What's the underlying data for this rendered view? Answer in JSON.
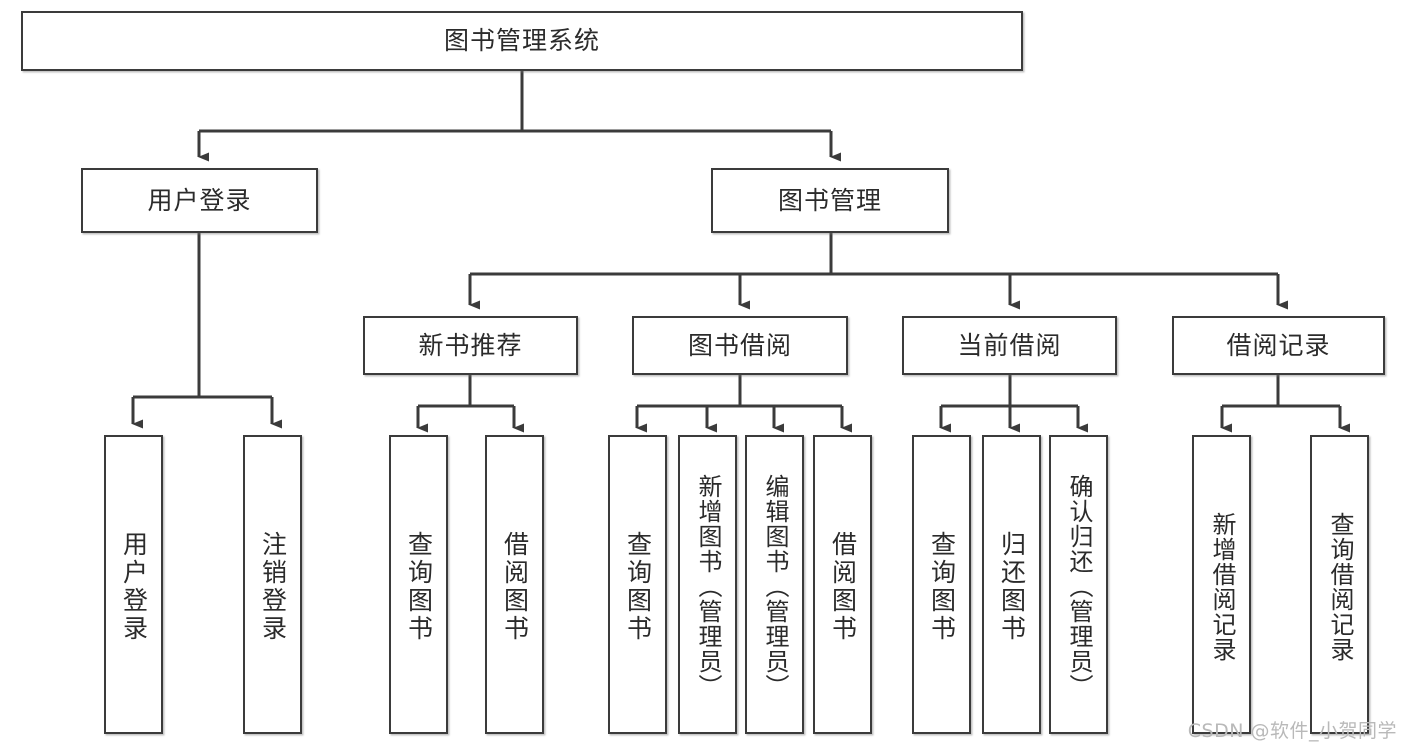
{
  "diagram": {
    "title": "图书管理系统",
    "type": "tree",
    "watermark": "CSDN @软件_小贺同学",
    "colors": {
      "border": "#3b3b3b",
      "text": "#2b2b2b",
      "background": "#ffffff",
      "watermark": "#b9b9b9"
    },
    "nodes": {
      "root": {
        "label": "图书管理系统"
      },
      "level2": [
        {
          "id": "user-login",
          "label": "用户登录"
        },
        {
          "id": "book-management",
          "label": "图书管理"
        }
      ],
      "level3": [
        {
          "id": "new-book-recommend",
          "label": "新书推荐"
        },
        {
          "id": "book-borrow",
          "label": "图书借阅"
        },
        {
          "id": "current-borrow",
          "label": "当前借阅"
        },
        {
          "id": "borrow-record",
          "label": "借阅记录"
        }
      ],
      "leaves": {
        "user-login": [
          {
            "id": "leaf-user-login",
            "label": "用户登录"
          },
          {
            "id": "leaf-logout",
            "label": "注销登录"
          }
        ],
        "new-book-recommend": [
          {
            "id": "leaf-query-book-1",
            "label": "查询图书"
          },
          {
            "id": "leaf-borrow-book-1",
            "label": "借阅图书"
          }
        ],
        "book-borrow": [
          {
            "id": "leaf-query-book-2",
            "label": "查询图书"
          },
          {
            "id": "leaf-add-book",
            "label": "新增图书（管理员）"
          },
          {
            "id": "leaf-edit-book",
            "label": "编辑图书（管理员）"
          },
          {
            "id": "leaf-borrow-book-2",
            "label": "借阅图书"
          }
        ],
        "current-borrow": [
          {
            "id": "leaf-query-book-3",
            "label": "查询图书"
          },
          {
            "id": "leaf-return-book",
            "label": "归还图书"
          },
          {
            "id": "leaf-confirm-return",
            "label": "确认归还（管理员）"
          }
        ],
        "borrow-record": [
          {
            "id": "leaf-add-record",
            "label": "新增借阅记录"
          },
          {
            "id": "leaf-query-record",
            "label": "查询借阅记录"
          }
        ]
      }
    }
  }
}
